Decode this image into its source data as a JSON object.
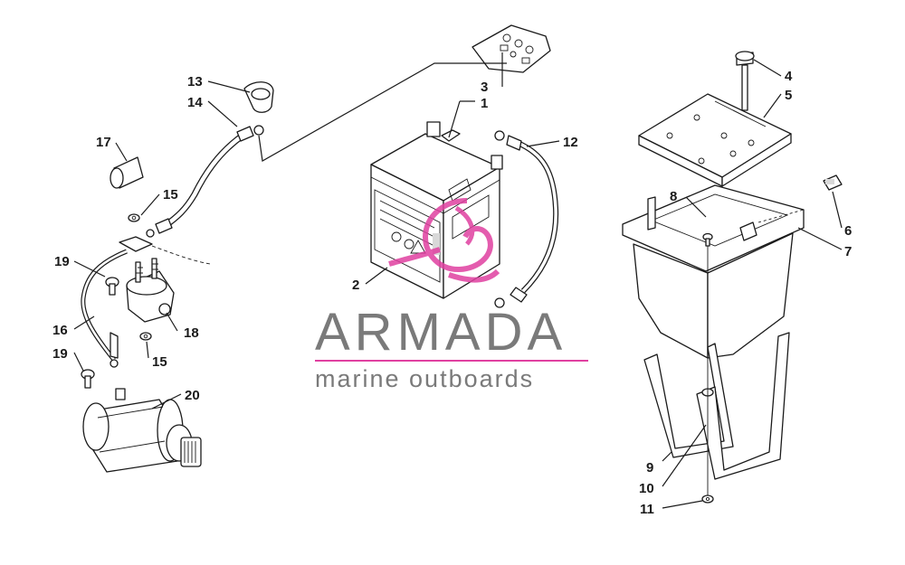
{
  "brand": {
    "name": "ARMADA",
    "tagline": "marine outboards",
    "accent_color": "#e040a0",
    "text_color": "#7a7a7a"
  },
  "callouts": [
    {
      "id": "1",
      "label": "1"
    },
    {
      "id": "2",
      "label": "2"
    },
    {
      "id": "3",
      "label": "3"
    },
    {
      "id": "4",
      "label": "4"
    },
    {
      "id": "5",
      "label": "5"
    },
    {
      "id": "6",
      "label": "6"
    },
    {
      "id": "7",
      "label": "7"
    },
    {
      "id": "8",
      "label": "8"
    },
    {
      "id": "9",
      "label": "9"
    },
    {
      "id": "10",
      "label": "10"
    },
    {
      "id": "11",
      "label": "11"
    },
    {
      "id": "12",
      "label": "12"
    },
    {
      "id": "13",
      "label": "13"
    },
    {
      "id": "14",
      "label": "14"
    },
    {
      "id": "15a",
      "label": "15"
    },
    {
      "id": "15b",
      "label": "15"
    },
    {
      "id": "16",
      "label": "16"
    },
    {
      "id": "17",
      "label": "17"
    },
    {
      "id": "18",
      "label": "18"
    },
    {
      "id": "19a",
      "label": "19"
    },
    {
      "id": "19b",
      "label": "19"
    },
    {
      "id": "20",
      "label": "20"
    }
  ]
}
